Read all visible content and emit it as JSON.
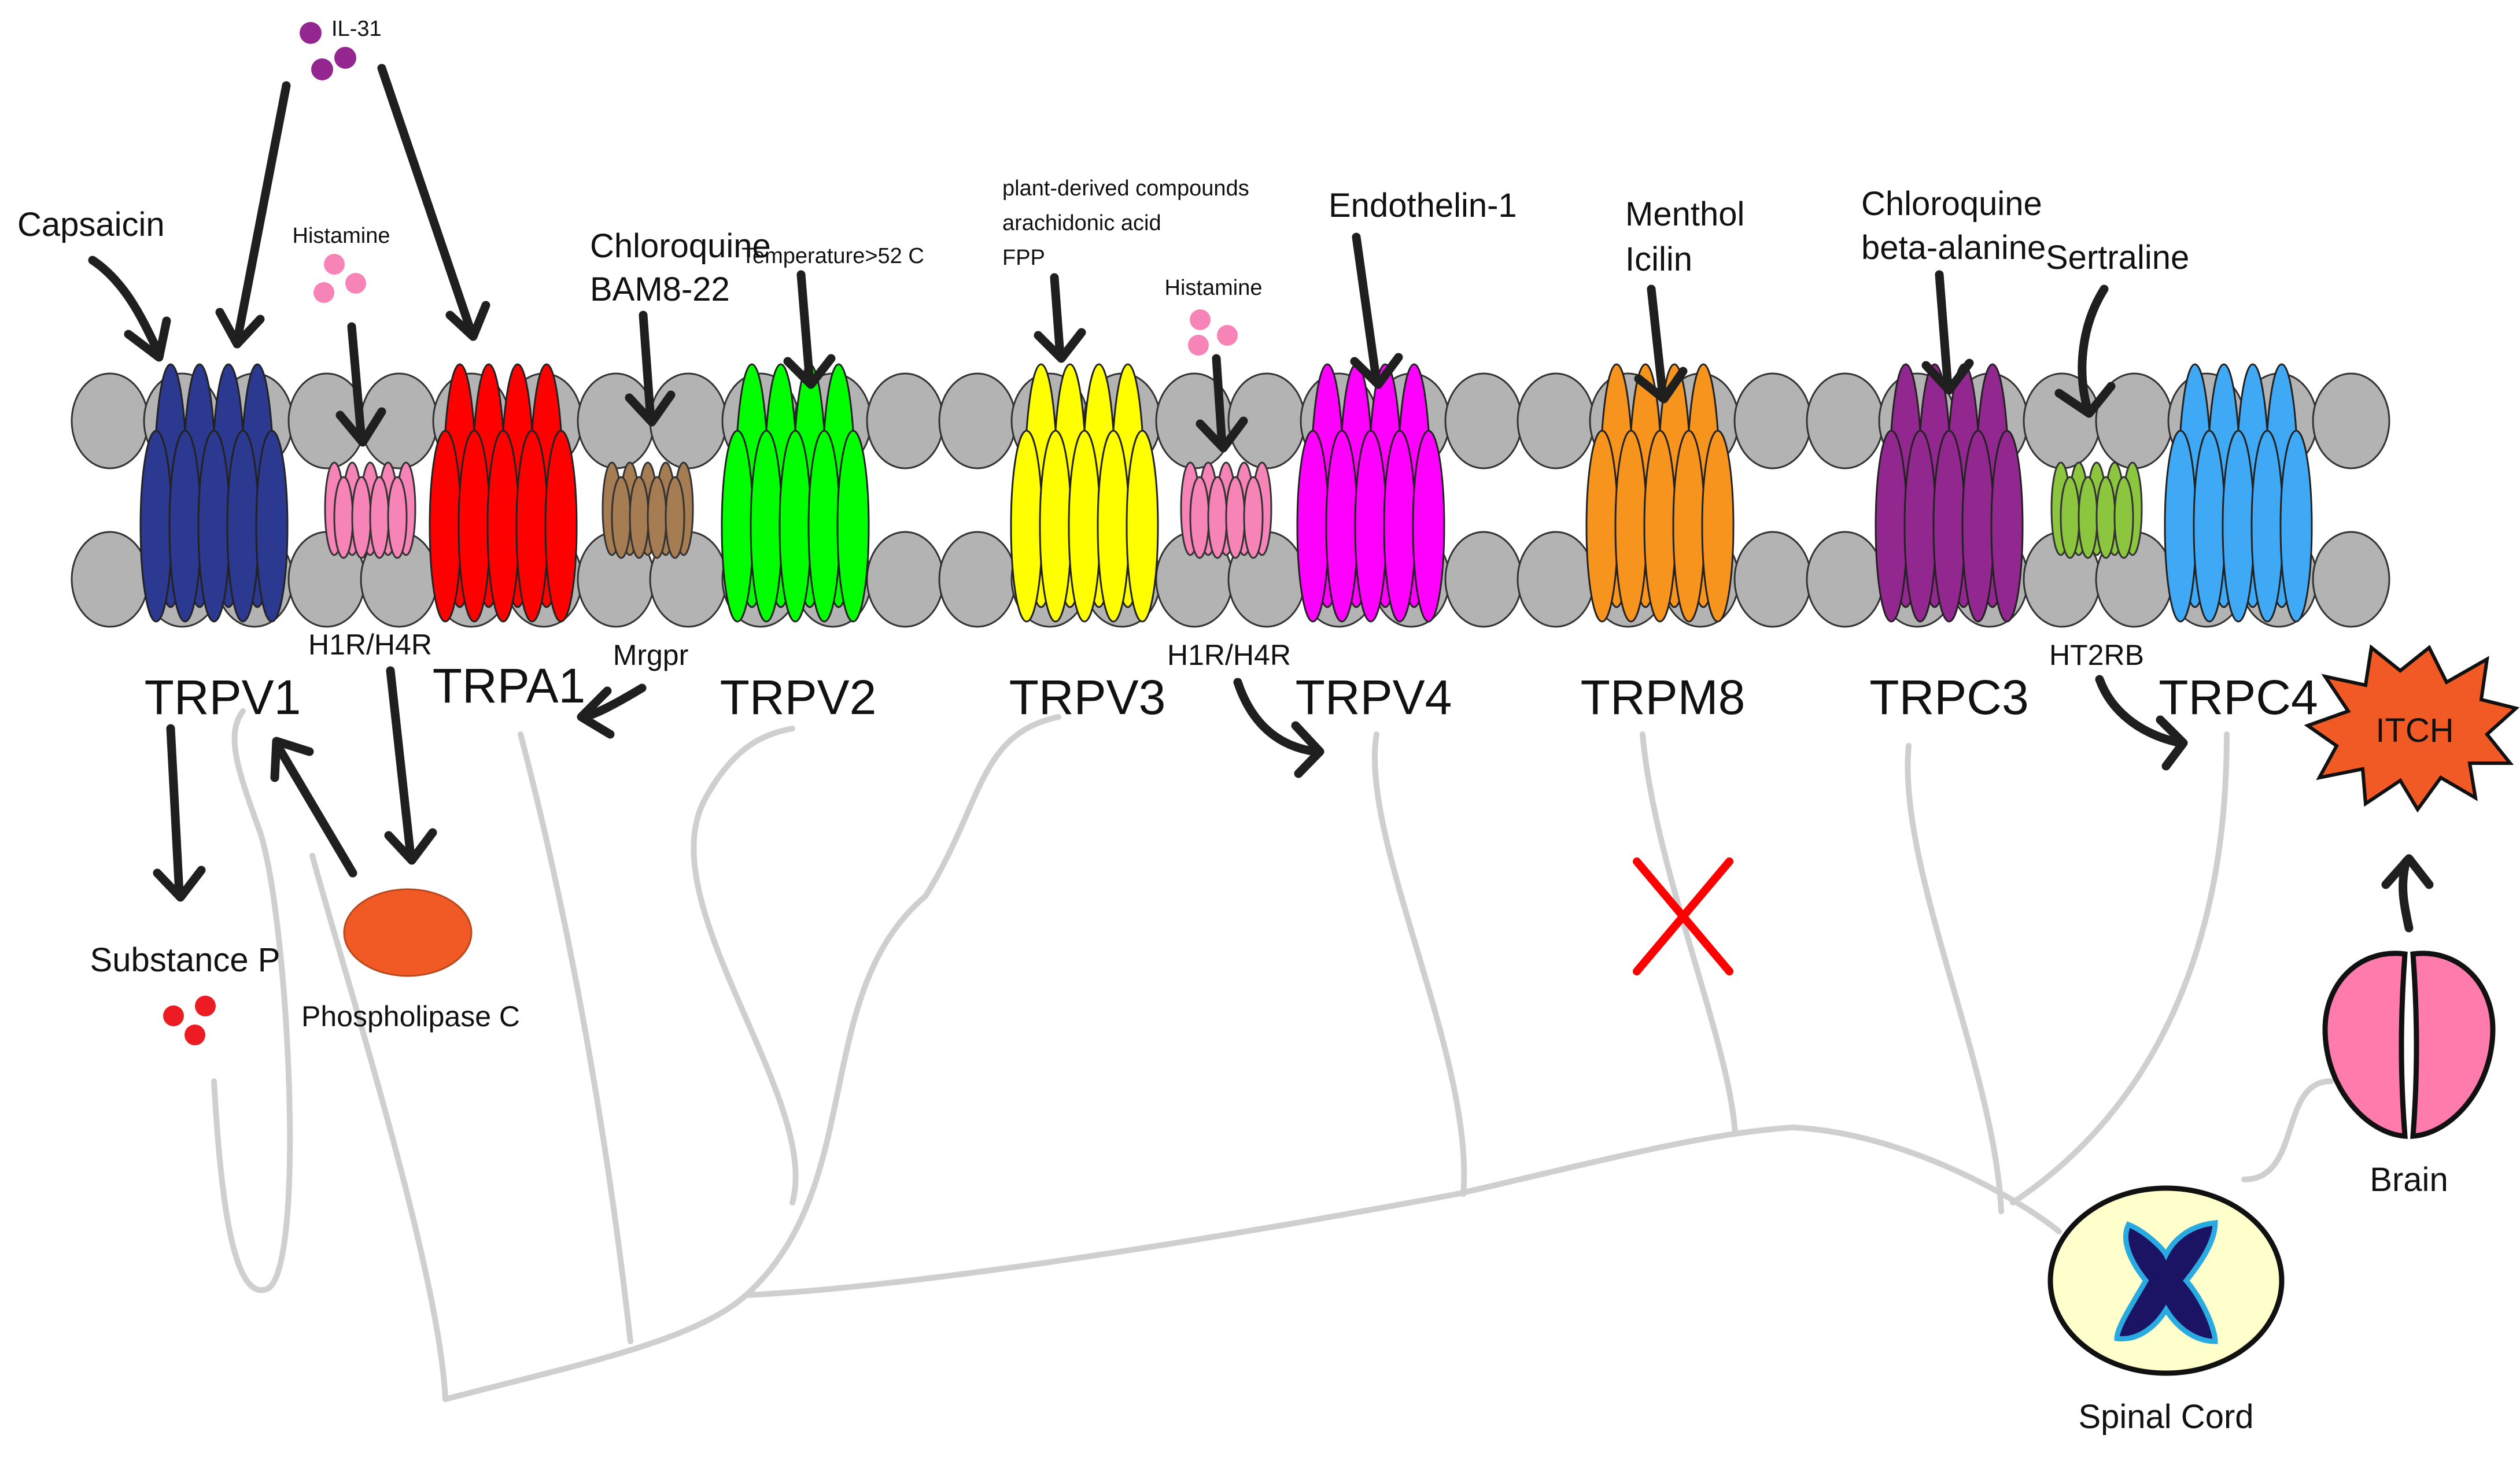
{
  "channels": [
    {
      "name": "TRPV1",
      "color": "#2b3990",
      "kind": "large"
    },
    {
      "name": "TRPA1",
      "color": "#ff0000",
      "kind": "large"
    },
    {
      "name": "TRPV2",
      "color": "#00ff00",
      "kind": "large"
    },
    {
      "name": "TRPV3",
      "color": "#ffff00",
      "kind": "large"
    },
    {
      "name": "TRPV4",
      "color": "#ff00ff",
      "kind": "large"
    },
    {
      "name": "TRPM8",
      "color": "#f7941d",
      "kind": "large"
    },
    {
      "name": "TRPC3",
      "color": "#92278f",
      "kind": "large"
    },
    {
      "name": "TRPC4",
      "color": "#3fa9f5",
      "kind": "large"
    }
  ],
  "receptors": [
    {
      "name": "H1R/H4R",
      "color": "#f784b6"
    },
    {
      "name": "Mrgpr",
      "color": "#a67c52"
    },
    {
      "name": "H1R/H4R",
      "color": "#f784b6"
    },
    {
      "name": "HT2RB",
      "color": "#8cc63f"
    }
  ],
  "stimuli": {
    "il31": "IL-31",
    "capsaicin": "Capsaicin",
    "histamine_1": "Histamine",
    "chloroquine_bam": [
      "Chloroquine",
      "BAM8-22"
    ],
    "temperature": "Temperature>52 C",
    "plant_compounds": [
      "plant-derived compounds",
      "arachidonic acid",
      "FPP"
    ],
    "histamine_2": "Histamine",
    "endothelin": "Endothelin-1",
    "menthol": [
      "Menthol",
      "Icilin"
    ],
    "chloroquine_beta": [
      "Chloroquine",
      "beta-alanine"
    ],
    "sertraline": "Sertraline"
  },
  "downstream": {
    "substance_p": "Substance P",
    "phospholipase": "Phospholipase C",
    "itch": "ITCH",
    "brain": "Brain",
    "spinal_cord": "Spinal Cord"
  },
  "colors": {
    "membrane": "#b3b3b3",
    "il31": "#93278f",
    "histamine": "#f784b6",
    "substance_p": "#ed1c24",
    "phospholipase": "#f15a24",
    "itch": "#f15a24",
    "brain": "#ff7bac",
    "spinal_cord_outer": "#ffffcc",
    "spinal_cord_inner": "#1b1464",
    "inhibit_cross": "#ff0000",
    "nerve": "#cfcfcf"
  }
}
